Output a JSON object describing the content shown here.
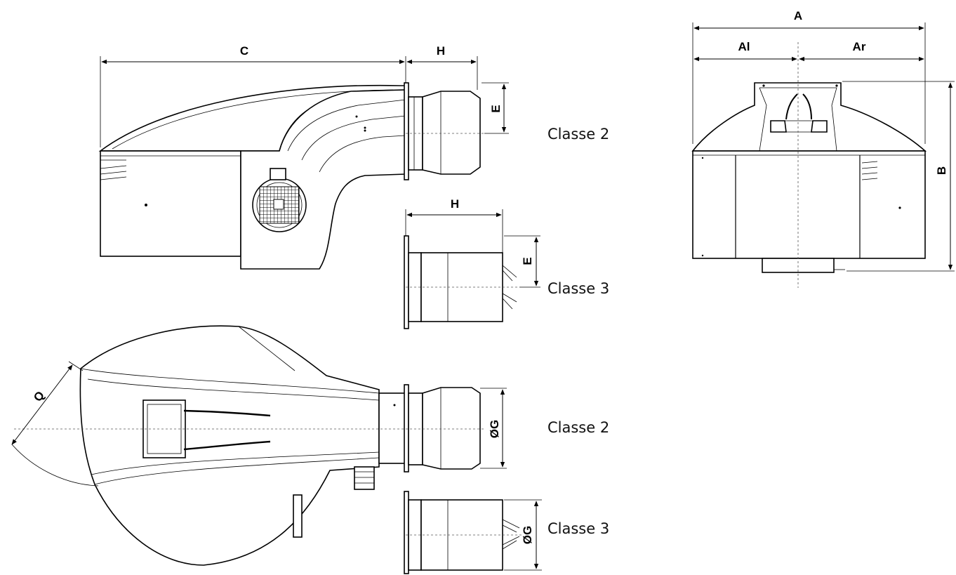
{
  "labels": {
    "C": "C",
    "H_top": "H",
    "E_top": "E",
    "H_mid": "H",
    "E_mid": "E",
    "Q": "Q",
    "G_bottom2": "ØG",
    "G_bottom3": "ØG",
    "A": "A",
    "Al": "Al",
    "Ar": "Ar",
    "B": "B"
  },
  "classes": {
    "side_classe2": "Classe 2",
    "side_classe3": "Classe 3",
    "top_classe2": "Classe 2",
    "top_classe3": "Classe 3"
  }
}
